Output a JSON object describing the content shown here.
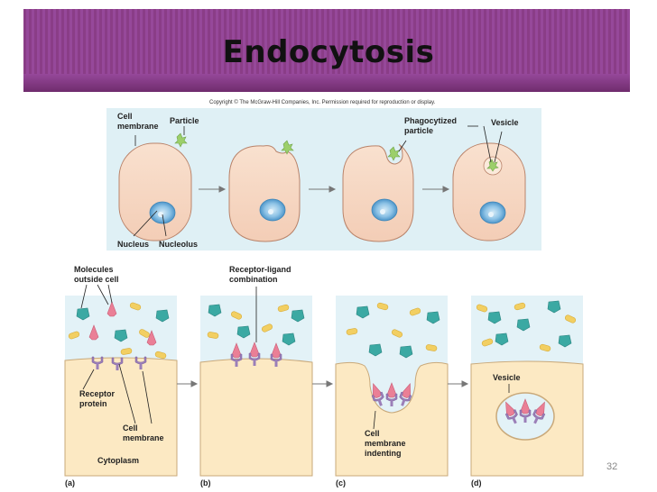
{
  "title": "Endocytosis",
  "copyright": "Copyright © The McGraw-Hill Companies, Inc. Permission required for reproduction or display.",
  "top_labels": {
    "cell_membrane": "Cell membrane",
    "particle": "Particle",
    "phagocytized_particle": "Phagocytized particle",
    "vesicle": "Vesicle",
    "nucleus": "Nucleus",
    "nucleolus": "Nucleolus"
  },
  "bottom_labels": {
    "molecules_outside_cell": "Molecules outside cell",
    "receptor_ligand": "Receptor-ligand combination",
    "receptor_protein": "Receptor protein",
    "cell_membrane": "Cell membrane",
    "cytoplasm": "Cytoplasm",
    "cell_membrane_indenting": "Cell membrane indenting",
    "vesicle": "Vesicle"
  },
  "panel_ids": [
    "(a)",
    "(b)",
    "(c)",
    "(d)"
  ],
  "page_number": "32",
  "colors": {
    "banner": "#8a3d87",
    "top_bg": "#dff0f5",
    "cell_fill": "#f7d9c4",
    "cell_stroke": "#b9836a",
    "nucleus": "#8ec3e6",
    "cytoplasm": "#fce9c3",
    "outside": "#e3f2f7",
    "receptor": "#9b7fb8",
    "ligand": "#ea7f96",
    "teal": "#3ba9a3",
    "yellow": "#f2cf62",
    "particle": "#9ccf6a"
  }
}
